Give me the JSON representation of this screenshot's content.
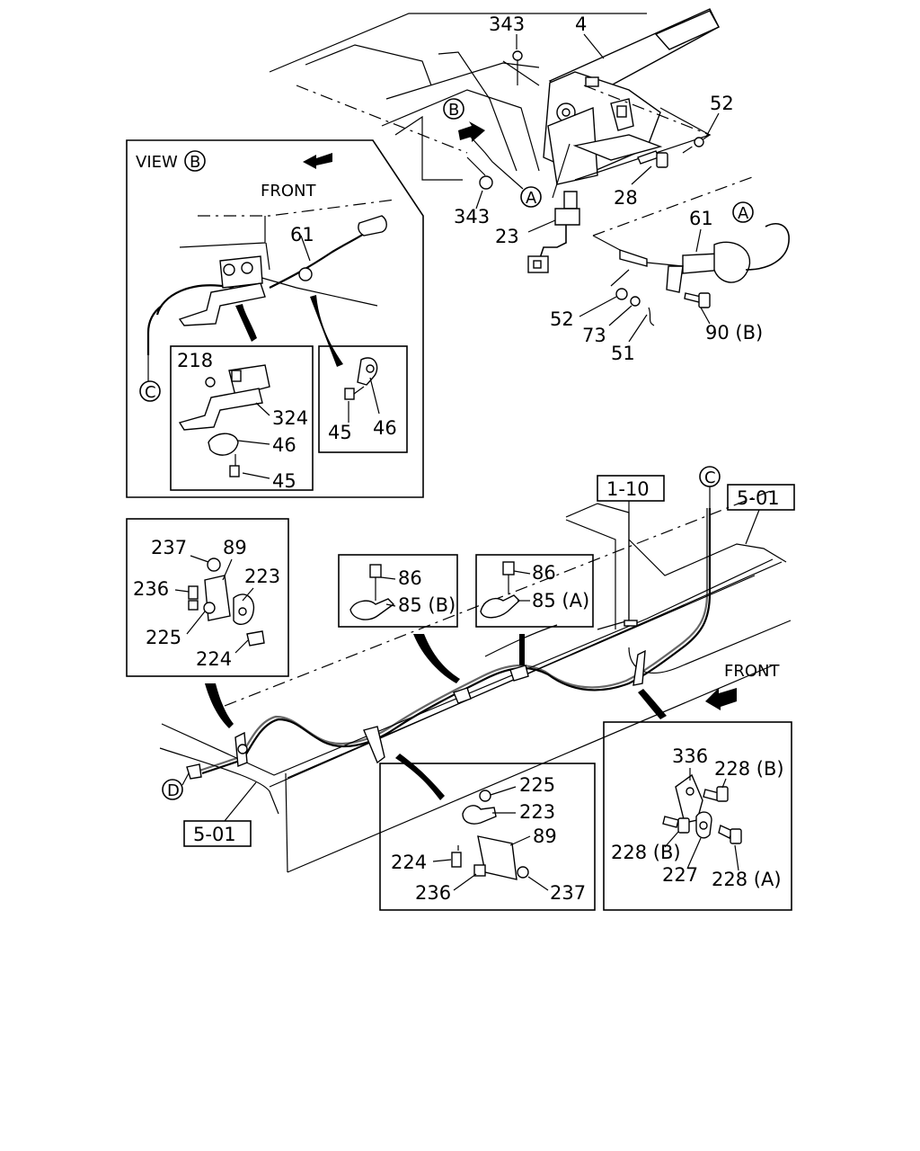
{
  "view_label": "VIEW",
  "view_circle": "B",
  "front_labels": [
    "FRONT",
    "FRONT"
  ],
  "ref_circles": [
    "A",
    "A",
    "B",
    "C",
    "C",
    "D"
  ],
  "section_boxes": [
    "1-10",
    "5-01",
    "5-01"
  ],
  "top_assembly": {
    "labels": [
      "343",
      "4",
      "52",
      "28",
      "343",
      "23",
      "61",
      "52",
      "73",
      "51",
      "90 (B)"
    ]
  },
  "view_b_panel": {
    "labels": [
      "61"
    ],
    "inset_left": [
      "218",
      "324",
      "46",
      "45"
    ],
    "inset_right": [
      "45",
      "46"
    ]
  },
  "bracket_left": [
    "237",
    "89",
    "236",
    "223",
    "225",
    "224"
  ],
  "clip_b": [
    "86",
    "85 (B)"
  ],
  "clip_a": [
    "86",
    "85 (A)"
  ],
  "bracket_bottom": [
    "225",
    "223",
    "89",
    "224",
    "236",
    "237"
  ],
  "bracket_right": [
    "336",
    "228 (B)",
    "228 (B)",
    "227",
    "228 (A)"
  ]
}
